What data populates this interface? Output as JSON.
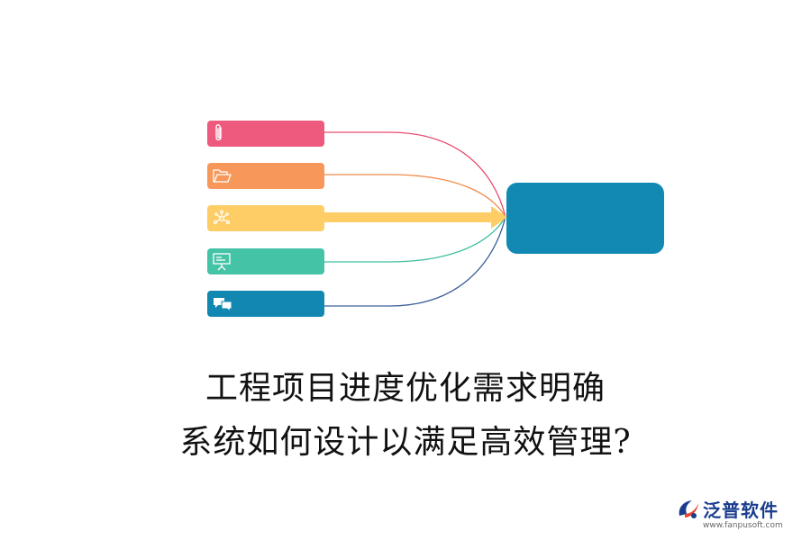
{
  "diagram": {
    "items": [
      {
        "icon": "paperclip-icon",
        "color": "#ee5a7e"
      },
      {
        "icon": "folder-icon",
        "color": "#f7985a"
      },
      {
        "icon": "network-icon",
        "color": "#fecd66"
      },
      {
        "icon": "presentation-board-icon",
        "color": "#45c3a6"
      },
      {
        "icon": "chat-bubbles-icon",
        "color": "#1187b1"
      }
    ],
    "hub_color": "#1289b3",
    "connector_colors": [
      "#e94a6e",
      "#f28a4a",
      "#fecd66",
      "#3fbf9f",
      "#3c5f9a"
    ]
  },
  "title": {
    "line1": "工程项目进度优化需求明确",
    "line2": "系统如何设计以满足高效管理?"
  },
  "brand": {
    "name": "泛普软件",
    "url": "www.fanpusoft.com",
    "color": "#1a3d8f",
    "accent": "#e8452c"
  }
}
